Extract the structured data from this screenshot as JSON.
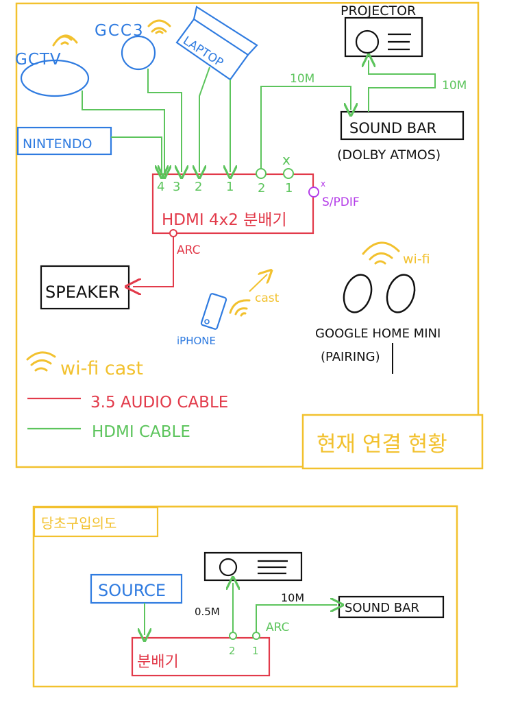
{
  "colors": {
    "yellow": "#f2c12e",
    "blue": "#2f7be0",
    "green": "#5cc45c",
    "red": "#e23a4a",
    "purple": "#b43ce8",
    "black": "#111111"
  },
  "current": {
    "title": "현재 연결 현황",
    "devices": {
      "gctv": "GCTV",
      "gcc3": "GCC3",
      "laptop": "LAPTOP",
      "nintendo": "NINTENDO",
      "projector": "PROJECTOR",
      "soundbar": "SOUND BAR",
      "soundbar_note": "(DOLBY ATMOS)",
      "speaker": "SPEAKER",
      "iphone": "iPHONE",
      "google_home": "GOOGLE HOME MINI",
      "google_home_note": "(PAIRING)"
    },
    "splitter": {
      "label": "HDMI 4x2 분배기",
      "inputs": [
        "4",
        "3",
        "2",
        "1"
      ],
      "outputs": [
        "2",
        "1"
      ],
      "output_x_mark": "x",
      "spdif_x_mark": "x",
      "spdif": "S/PDIF",
      "arc": "ARC"
    },
    "cables": {
      "to_projector": "10M",
      "projector_soundbar": "10M"
    },
    "cast_label": "cast",
    "wifi_label": "wi-fi",
    "legend": {
      "wifi": "wi-fi cast",
      "audio": "3.5 AUDIO CABLE",
      "hdmi": "HDMI CABLE"
    }
  },
  "plan": {
    "title": "당초구입의도",
    "source": "SOURCE",
    "splitter": "분배기",
    "soundbar": "SOUND BAR",
    "ports": [
      "2",
      "1"
    ],
    "cable_short": "0.5M",
    "cable_long": "10M",
    "arc": "ARC"
  }
}
